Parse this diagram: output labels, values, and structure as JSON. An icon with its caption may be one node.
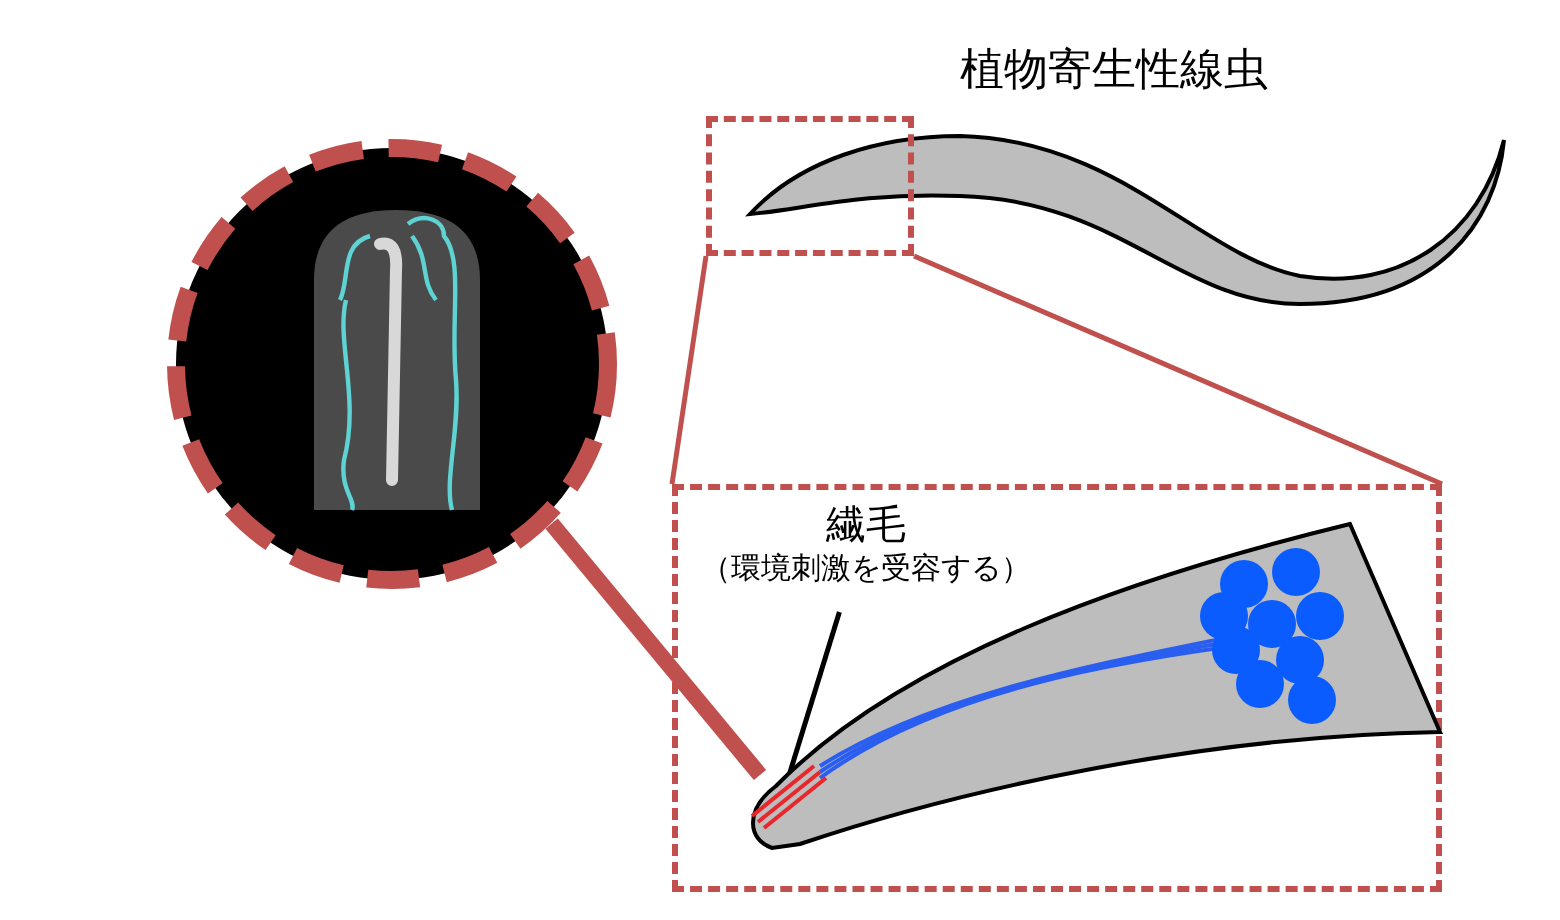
{
  "diagram": {
    "title": "植物寄生性線虫",
    "nodes": [
      {
        "text": [],
        "shape": "box"
      },
      {
        "text": [],
        "shape": "box"
      },
      {
        "text": [],
        "shape": "picture",
        "in": 1
      },
      {
        "text": [],
        "shape": "picture",
        "in": 2
      },
      {
        "text": [
          "繊毛",
          "（環境刺激を受容する）"
        ],
        "in": 1
      },
      {
        "text": [],
        "shape": "circle"
      }
    ],
    "edges": [
      {
        "from": 0,
        "to": 1,
        "arrow": "none"
      },
      {
        "from": 0,
        "to": 1,
        "arrow": "none"
      },
      {
        "from": 5,
        "to": 3,
        "arrow": "none",
        "style": "thick"
      },
      {
        "from": 4,
        "to": 3,
        "arrow": "none",
        "color": "#000000"
      }
    ]
  }
}
